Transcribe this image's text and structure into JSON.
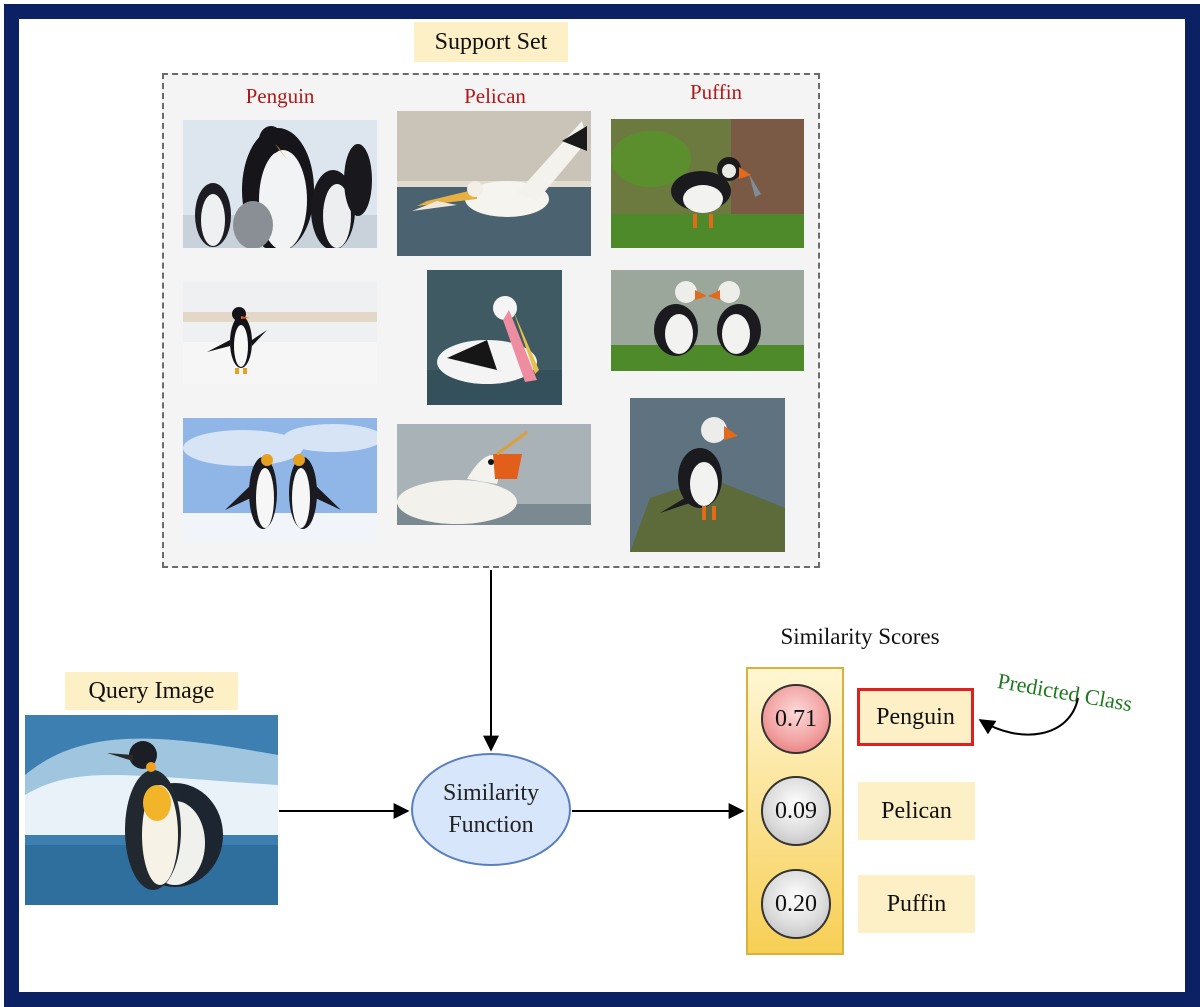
{
  "support_set": {
    "title": "Support Set",
    "classes": [
      {
        "name": "Penguin",
        "images": [
          "penguin-photo",
          "penguin-photo",
          "penguin-photo"
        ]
      },
      {
        "name": "Pelican",
        "images": [
          "pelican-photo",
          "pelican-photo",
          "pelican-photo"
        ]
      },
      {
        "name": "Puffin",
        "images": [
          "puffin-photo",
          "puffin-photo",
          "puffin-photo"
        ]
      }
    ]
  },
  "query": {
    "title": "Query Image"
  },
  "similarity_function": {
    "line1": "Similarity",
    "line2": "Function"
  },
  "scores": {
    "title": "Similarity Scores",
    "items": [
      {
        "value": "0.71",
        "label": "Penguin",
        "highlight": true
      },
      {
        "value": "0.09",
        "label": "Pelican",
        "highlight": false
      },
      {
        "value": "0.20",
        "label": "Puffin",
        "highlight": false
      }
    ]
  },
  "prediction": {
    "label": "Predicted Class"
  },
  "colors": {
    "frame": "#0b2163",
    "class_title": "#b01818",
    "label_bg": "#fdefc6",
    "predicted": "#1f7a1f",
    "highlight_border": "#e02020"
  }
}
